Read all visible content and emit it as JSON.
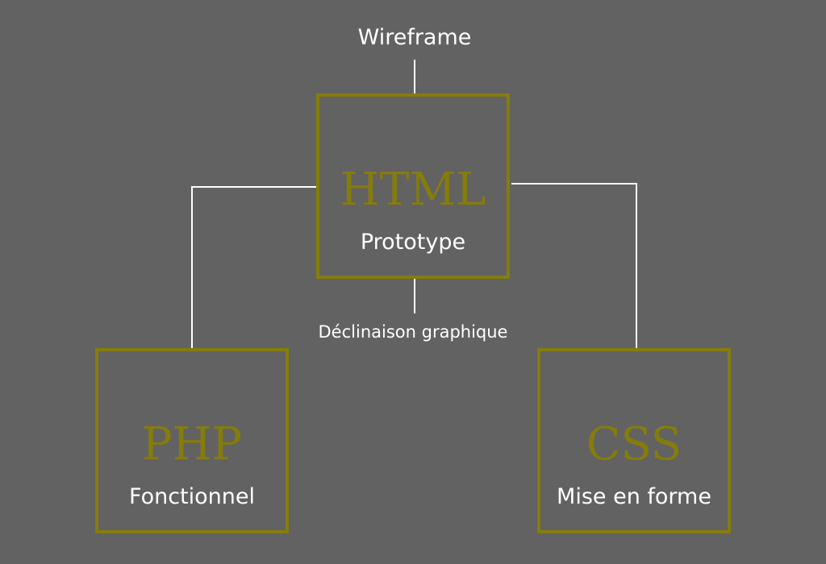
{
  "diagram": {
    "top_label": "Wireframe",
    "bottom_label": "Déclinaison graphique",
    "nodes": {
      "html": {
        "title": "HTML",
        "subtitle": "Prototype"
      },
      "php": {
        "title": "PHP",
        "subtitle": "Fonctionnel"
      },
      "css": {
        "title": "CSS",
        "subtitle": "Mise en forme"
      }
    }
  },
  "colors": {
    "background": "#626262",
    "box_stroke": "#857c0c",
    "text": "#ffffff",
    "connector": "#ffffff"
  }
}
